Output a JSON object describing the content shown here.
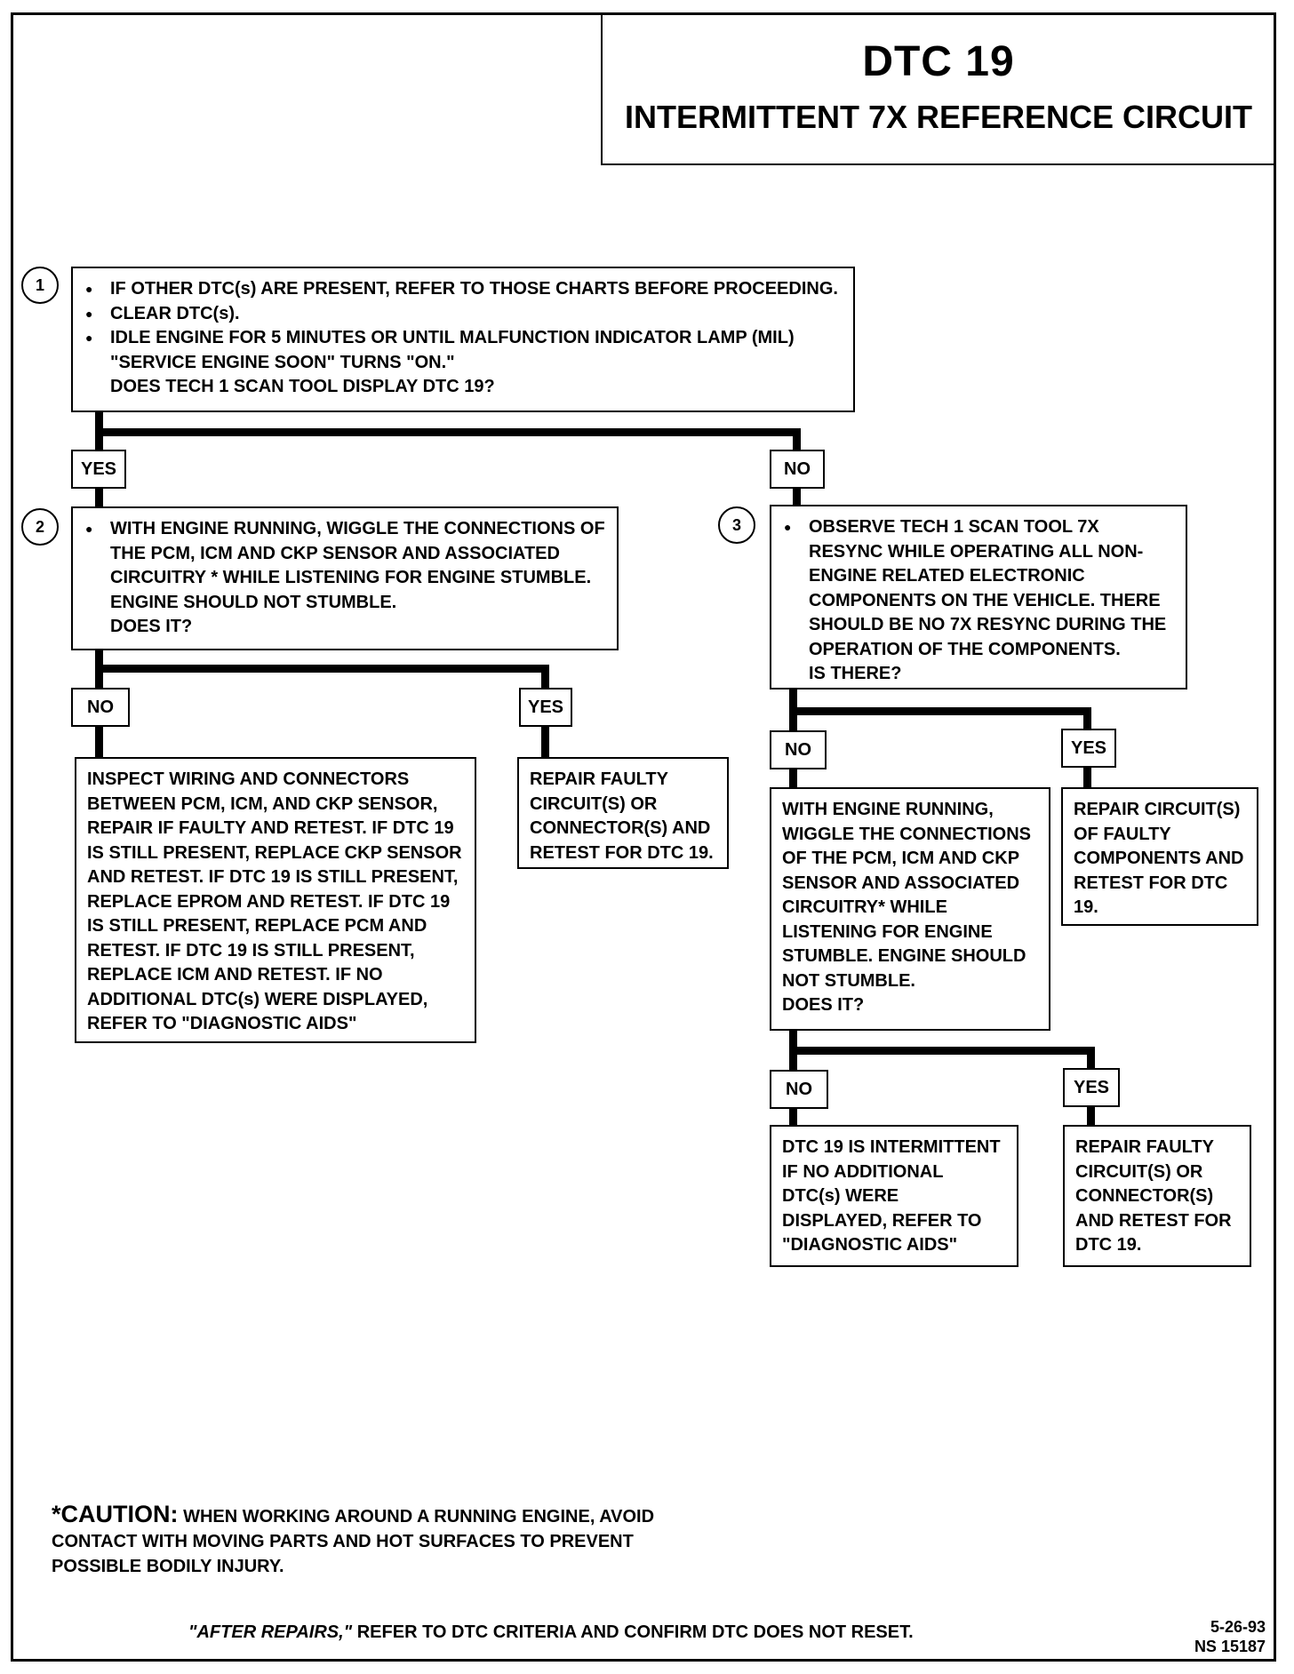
{
  "title": {
    "main": "DTC 19",
    "sub": "INTERMITTENT 7X REFERENCE CIRCUIT"
  },
  "step1": {
    "number": "1",
    "bullets": [
      "IF OTHER DTC(s) ARE PRESENT, REFER TO THOSE CHARTS BEFORE PROCEEDING.",
      "CLEAR DTC(s).",
      "IDLE ENGINE FOR 5 MINUTES OR UNTIL MALFUNCTION INDICATOR LAMP (MIL) \"SERVICE ENGINE SOON\" TURNS \"ON.\""
    ],
    "question": "DOES TECH 1 SCAN TOOL DISPLAY DTC 19?",
    "yes_label": "YES",
    "no_label": "NO"
  },
  "step2": {
    "number": "2",
    "bullets": [
      "WITH ENGINE RUNNING, WIGGLE THE CONNECTIONS OF THE PCM, ICM AND CKP SENSOR AND ASSOCIATED CIRCUITRY * WHILE LISTENING FOR ENGINE STUMBLE. ENGINE SHOULD NOT STUMBLE."
    ],
    "question": "DOES IT?",
    "no_label": "NO",
    "yes_label": "YES",
    "no_action": "INSPECT WIRING AND CONNECTORS BETWEEN PCM, ICM, AND CKP SENSOR, REPAIR IF FAULTY AND RETEST. IF DTC 19 IS STILL PRESENT, REPLACE CKP SENSOR AND RETEST. IF DTC 19 IS STILL PRESENT, REPLACE EPROM AND RETEST. IF DTC 19 IS STILL PRESENT, REPLACE PCM AND RETEST. IF DTC 19 IS STILL PRESENT, REPLACE ICM AND RETEST. IF NO ADDITIONAL DTC(s) WERE DISPLAYED, REFER TO \"DIAGNOSTIC AIDS\"",
    "yes_action": "REPAIR FAULTY CIRCUIT(S) OR CONNECTOR(S) AND RETEST FOR DTC 19."
  },
  "step3": {
    "number": "3",
    "bullets": [
      "OBSERVE TECH 1 SCAN TOOL 7X RESYNC WHILE OPERATING ALL NON-ENGINE RELATED ELECTRONIC COMPONENTS ON THE VEHICLE. THERE SHOULD BE NO 7X RESYNC DURING THE OPERATION OF THE COMPONENTS."
    ],
    "question": "IS THERE?",
    "no_label": "NO",
    "yes_label": "YES",
    "yes_action": "REPAIR CIRCUIT(S) OF FAULTY COMPONENTS AND RETEST FOR DTC 19.",
    "no_action": {
      "text": "WITH ENGINE RUNNING, WIGGLE THE CONNECTIONS OF THE PCM, ICM AND CKP SENSOR AND ASSOCIATED CIRCUITRY* WHILE LISTENING FOR ENGINE STUMBLE. ENGINE SHOULD NOT STUMBLE.",
      "question": "DOES IT?",
      "no_label": "NO",
      "yes_label": "YES",
      "no_result": "DTC 19 IS INTERMITTENT IF NO ADDITIONAL DTC(s) WERE DISPLAYED, REFER TO \"DIAGNOSTIC AIDS\"",
      "yes_result": "REPAIR FAULTY CIRCUIT(S) OR CONNECTOR(S) AND RETEST FOR DTC 19."
    }
  },
  "caution": {
    "heading": "*CAUTION:",
    "text": "WHEN WORKING AROUND A RUNNING ENGINE, AVOID CONTACT WITH MOVING PARTS AND HOT SURFACES TO PREVENT POSSIBLE BODILY INJURY."
  },
  "footer": {
    "after_repairs": "\"AFTER REPAIRS,\"",
    "text": " REFER TO DTC CRITERIA AND CONFIRM DTC DOES NOT RESET."
  },
  "stamp": {
    "date": "5-26-93",
    "code": "NS 15187"
  }
}
